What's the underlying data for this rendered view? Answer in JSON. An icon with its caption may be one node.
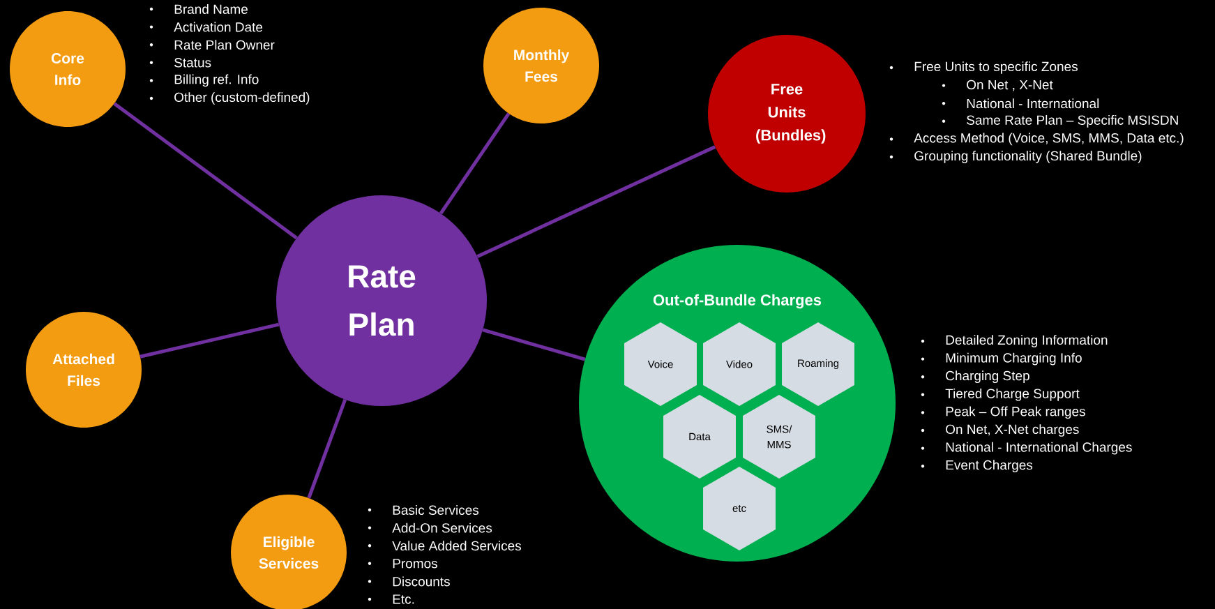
{
  "diagram": {
    "nodes": [
      {
        "text": [
          "Core Info"
        ],
        "beside": [
          "Brand Name",
          "Activation Date",
          "Rate Plan Owner",
          "Status",
          "Billing ref. Info",
          "Other (custom-defined)"
        ]
      },
      {
        "text": [
          "Monthly Fees"
        ]
      },
      {
        "text": [
          "Free Units (Bundles)"
        ],
        "beside": [
          "Free Units to specific Zones",
          "On Net , X-Net",
          "National - International",
          "Same Rate Plan – Specific MSISDN",
          "Access Method (Voice, SMS, MMS, Data etc.)",
          "Grouping functionality (Shared Bundle)"
        ]
      },
      {
        "text": [
          "Rate Plan"
        ]
      },
      {
        "text": [
          "Out-of-Bundle Charges"
        ],
        "beside": [
          "Detailed Zoning Information",
          "Minimum Charging Info",
          "Charging Step",
          "Tiered Charge Support",
          "Peak – Off Peak ranges",
          "On Net, X-Net charges",
          "National - International Charges",
          "Event Charges"
        ]
      },
      {
        "text": [
          "Voice"
        ],
        "in": 4
      },
      {
        "text": [
          "Video"
        ],
        "in": 4
      },
      {
        "text": [
          "Roaming"
        ],
        "in": 4
      },
      {
        "text": [
          "Data"
        ],
        "in": 4
      },
      {
        "text": [
          "SMS/ MMS"
        ],
        "in": 4
      },
      {
        "text": [
          "etc"
        ],
        "in": 4
      },
      {
        "text": [
          "Attached Files"
        ]
      },
      {
        "text": [
          "Eligible Services"
        ],
        "beside": [
          "Basic Services",
          "Add-On Services",
          "Value Added Services",
          "Promos",
          "Discounts",
          "Etc."
        ]
      }
    ],
    "edges": [
      {
        "from": 3,
        "to": 0,
        "arrow": "none"
      },
      {
        "from": 3,
        "to": 1,
        "arrow": "none"
      },
      {
        "from": 3,
        "to": 2,
        "arrow": "none"
      },
      {
        "from": 3,
        "to": 4,
        "arrow": "none"
      },
      {
        "from": 3,
        "to": 11,
        "arrow": "none"
      },
      {
        "from": 3,
        "to": 12,
        "arrow": "none"
      }
    ]
  }
}
